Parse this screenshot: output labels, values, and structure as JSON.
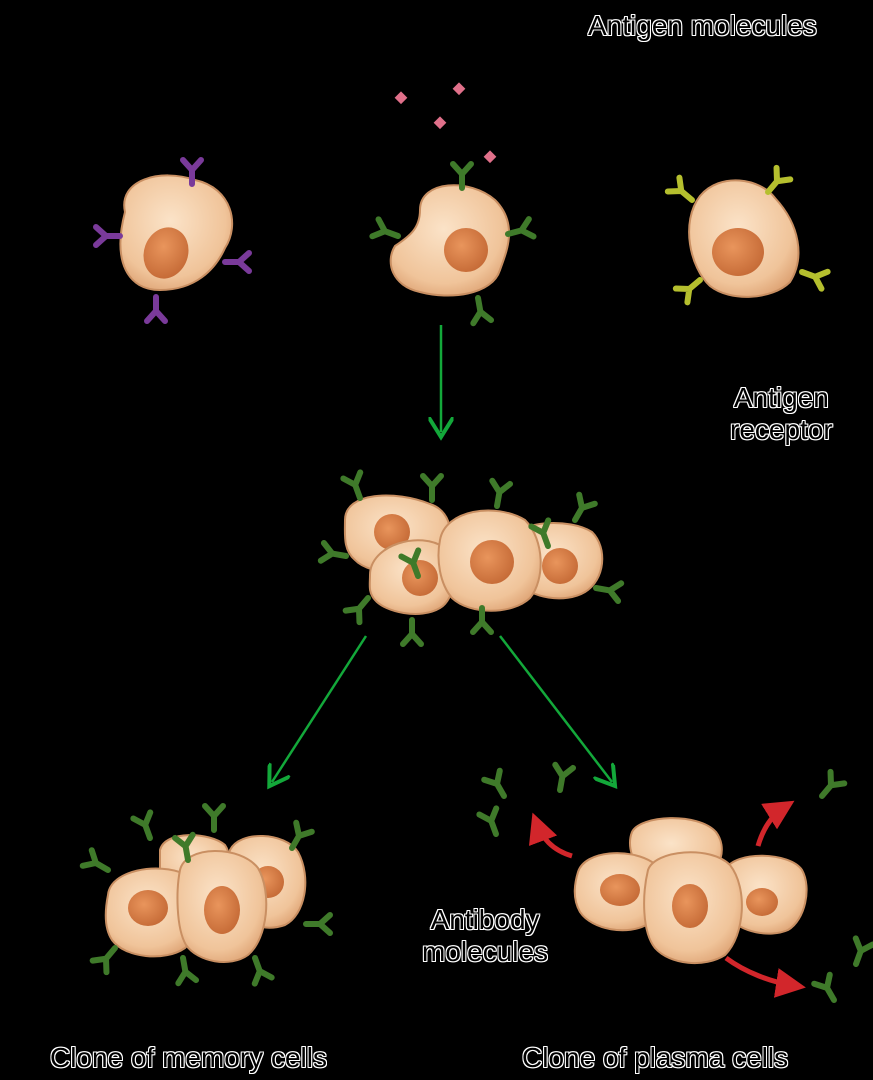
{
  "labels": {
    "antigen_molecules": "Antigen molecules",
    "antigen_receptor_line1": "Antigen",
    "antigen_receptor_line2": "receptor",
    "antibody_molecules_line1": "Antibody",
    "antibody_molecules_line2": "molecules",
    "clone_memory": "Clone of memory cells",
    "clone_plasma": "Clone of plasma cells"
  },
  "colors": {
    "background": "#000000",
    "cell_fill": "#f2c9a0",
    "cell_edge": "#c98f62",
    "nucleus": "#d9834f",
    "receptor_purple": "#7a3a9a",
    "receptor_green": "#3f7a2a",
    "receptor_yellow": "#b5bf2e",
    "antigen": "#e0708a",
    "arrow_green": "#13a83a",
    "arrow_red": "#d2262b",
    "arrow_black": "#000000"
  }
}
